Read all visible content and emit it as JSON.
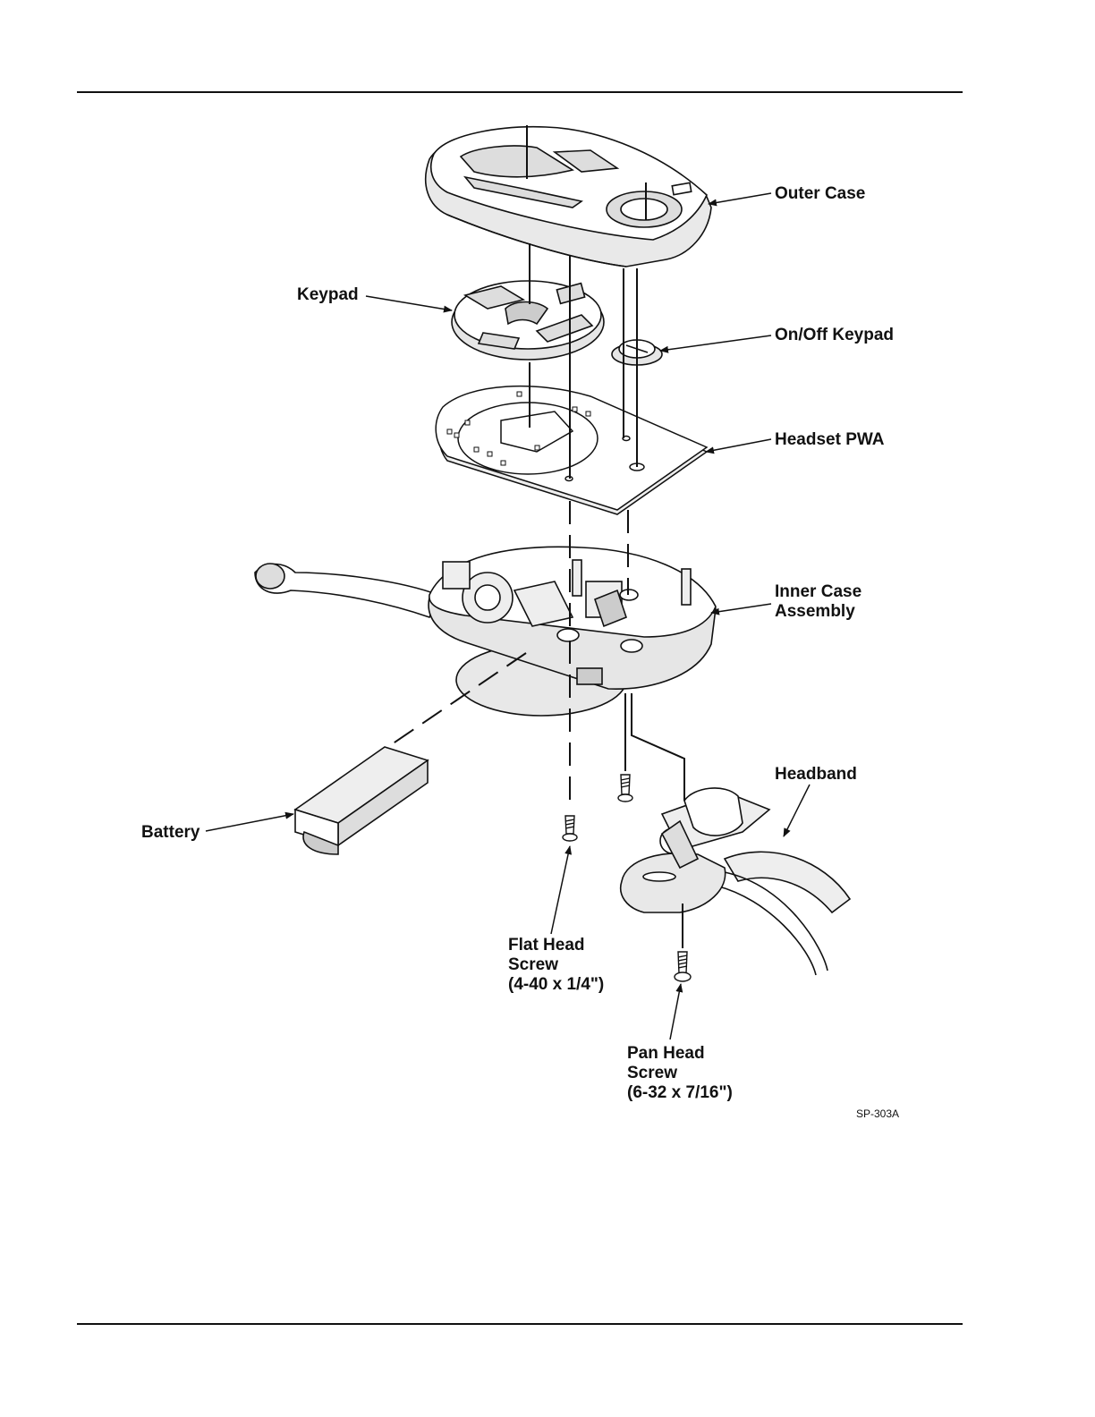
{
  "labels": {
    "outer_case": "Outer Case",
    "keypad": "Keypad",
    "onoff_keypad": "On/Off Keypad",
    "headset_pwa": "Headset PWA",
    "inner_case_line1": "Inner Case",
    "inner_case_line2": "Assembly",
    "headband": "Headband",
    "battery": "Battery",
    "flat_head_line1": "Flat Head",
    "flat_head_line2": "Screw",
    "flat_head_line3": "(4-40 x 1/4\")",
    "pan_head_line1": "Pan Head",
    "pan_head_line2": "Screw",
    "pan_head_line3": "(6-32 x 7/16\")"
  },
  "figure_ref": "SP-303A"
}
